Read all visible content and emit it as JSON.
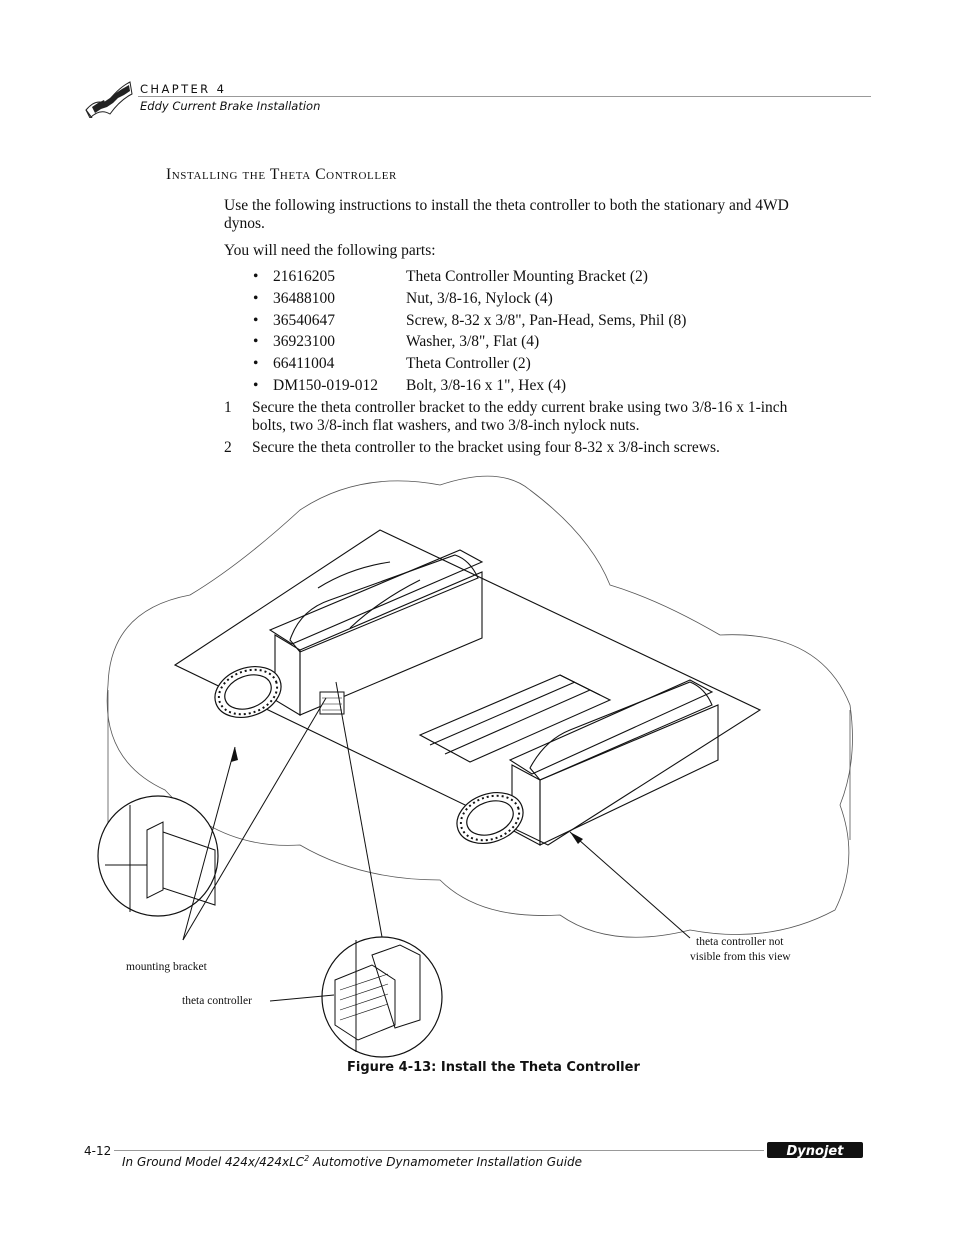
{
  "header": {
    "chapter_label": "CHAPTER 4",
    "chapter_title": "Eddy Current Brake Installation"
  },
  "section": {
    "heading": "Installing the Theta Controller",
    "intro": "Use the following instructions to install the theta controller to both the stationary and 4WD dynos.",
    "parts_intro": "You will need the following parts:",
    "parts": [
      {
        "number": "21616205",
        "description": "Theta Controller Mounting Bracket (2)"
      },
      {
        "number": "36488100",
        "description": "Nut, 3/8-16, Nylock (4)"
      },
      {
        "number": "36540647",
        "description": "Screw, 8-32 x 3/8\", Pan-Head, Sems, Phil (8)"
      },
      {
        "number": "36923100",
        "description": "Washer, 3/8\", Flat (4)"
      },
      {
        "number": "66411004",
        "description": "Theta Controller (2)"
      },
      {
        "number": "DM150-019-012",
        "description": "Bolt, 3/8-16 x 1\", Hex (4)"
      }
    ],
    "steps": [
      {
        "number": "1",
        "text": "Secure the theta controller bracket to the eddy current brake using two 3/8-16 x 1-inch bolts, two 3/8-inch flat washers, and two 3/8-inch nylock nuts."
      },
      {
        "number": "2",
        "text": "Secure the theta controller to the bracket using four 8-32 x 3/8-inch screws."
      }
    ]
  },
  "figure": {
    "label_mounting_bracket": "mounting bracket",
    "label_theta_controller": "theta controller",
    "label_not_visible_line1": "theta controller not",
    "label_not_visible_line2": "visible from this view",
    "caption": "Figure 4-13: Install the Theta Controller"
  },
  "footer": {
    "page_number": "4-12",
    "title_prefix": "In Ground Model 424x/424xLC",
    "title_sup": "2",
    "title_suffix": " Automotive Dynamometer Installation Guide",
    "logo_text": "Dynojet"
  }
}
